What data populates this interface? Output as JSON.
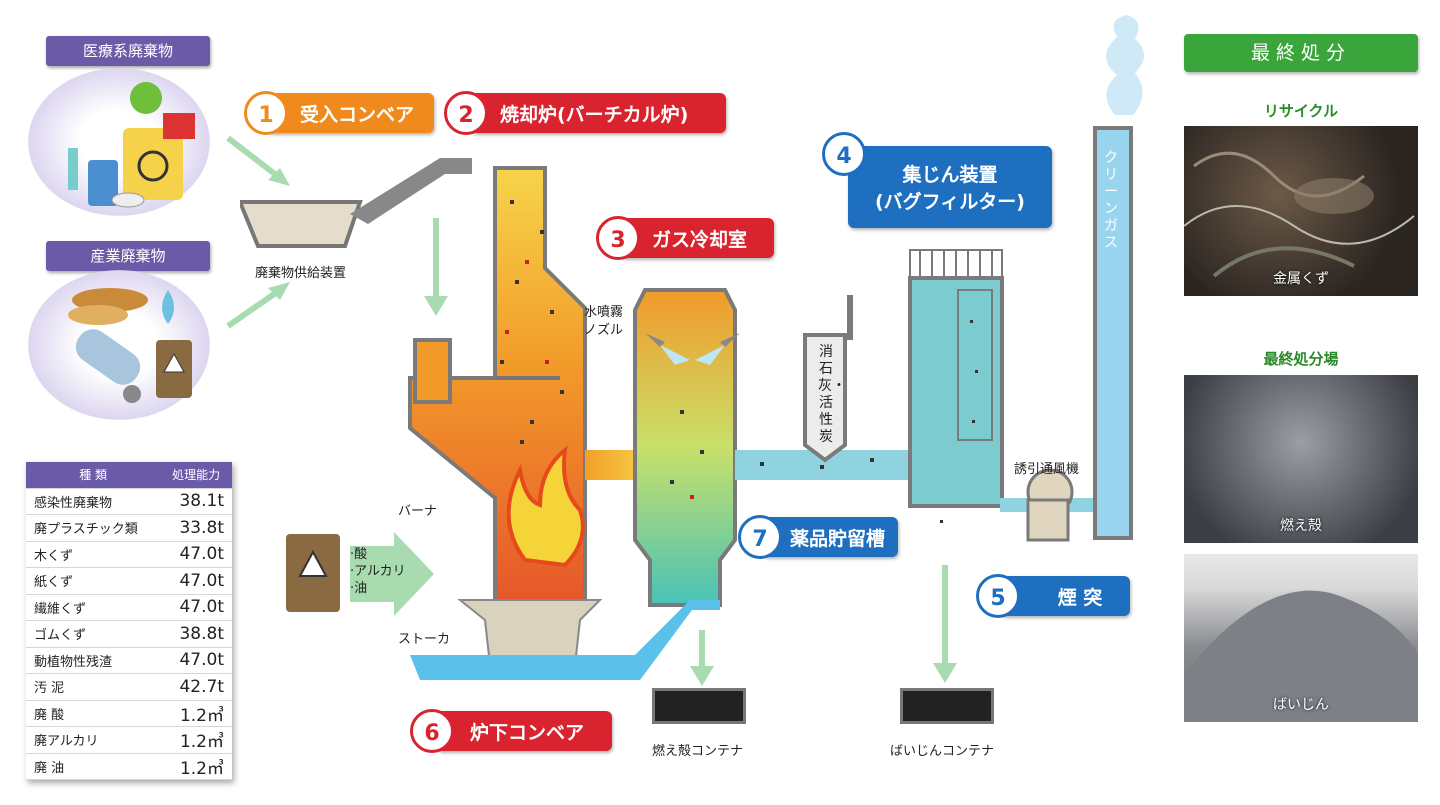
{
  "inputs": {
    "medical_waste": "医療系廃棄物",
    "industrial_waste": "産業廃棄物",
    "feeder_label": "廃棄物供給装置"
  },
  "steps": [
    {
      "num": "1",
      "label": "受入コンベア",
      "color": "#f08a1c"
    },
    {
      "num": "2",
      "label": "焼却炉(バーチカル炉)",
      "color": "#d9232e"
    },
    {
      "num": "3",
      "label": "ガス冷却室",
      "color": "#d9232e"
    },
    {
      "num": "4",
      "label_line1": "集じん装置",
      "label_line2": "(バグフィルター)",
      "color": "#1f6fc0"
    },
    {
      "num": "5",
      "label": "煙 突",
      "color": "#1f6fc0"
    },
    {
      "num": "6",
      "label": "炉下コンベア",
      "color": "#d9232e"
    },
    {
      "num": "7",
      "label": "薬品貯留槽",
      "color": "#1f6fc0"
    }
  ],
  "labels": {
    "nozzle_line1": "水噴霧",
    "nozzle_line2": "ノズル",
    "lime": "消石灰・活性炭",
    "burner": "バーナ",
    "stoker": "ストーカ",
    "fan": "誘引通風機",
    "clean_gas": "クリーンガス",
    "ash_container": "燃え殻コンテナ",
    "dust_container": "ばいじんコンテナ",
    "liquid_items": [
      "·酸",
      "·アルカリ",
      "·油"
    ]
  },
  "capacity_table": {
    "headers": [
      "種 類",
      "処理能力"
    ],
    "rows": [
      [
        "感染性廃棄物",
        "38.1t"
      ],
      [
        "廃プラスチック類",
        "33.8t"
      ],
      [
        "木くず",
        "47.0t"
      ],
      [
        "紙くず",
        "47.0t"
      ],
      [
        "繊維くず",
        "47.0t"
      ],
      [
        "ゴムくず",
        "38.8t"
      ],
      [
        "動植物性残渣",
        "47.0t"
      ],
      [
        "汚 泥",
        "42.7t"
      ],
      [
        "廃 酸",
        "1.2㎥"
      ],
      [
        "廃アルカリ",
        "1.2㎥"
      ],
      [
        "廃 油",
        "1.2㎥"
      ]
    ]
  },
  "final_disposal": {
    "title": "最終処分",
    "recycle_heading": "リサイクル",
    "recycle_photo_label": "金属くず",
    "landfill_heading": "最終処分場",
    "ash_photo_label": "燃え殻",
    "dust_photo_label": "ばいじん"
  },
  "colors": {
    "purple": "#6a5aa8",
    "green": "#3aa53a",
    "red": "#d9232e",
    "blue": "#1f6fc0",
    "orange": "#f08a1c",
    "arrow_green": "#a8dcb0"
  }
}
